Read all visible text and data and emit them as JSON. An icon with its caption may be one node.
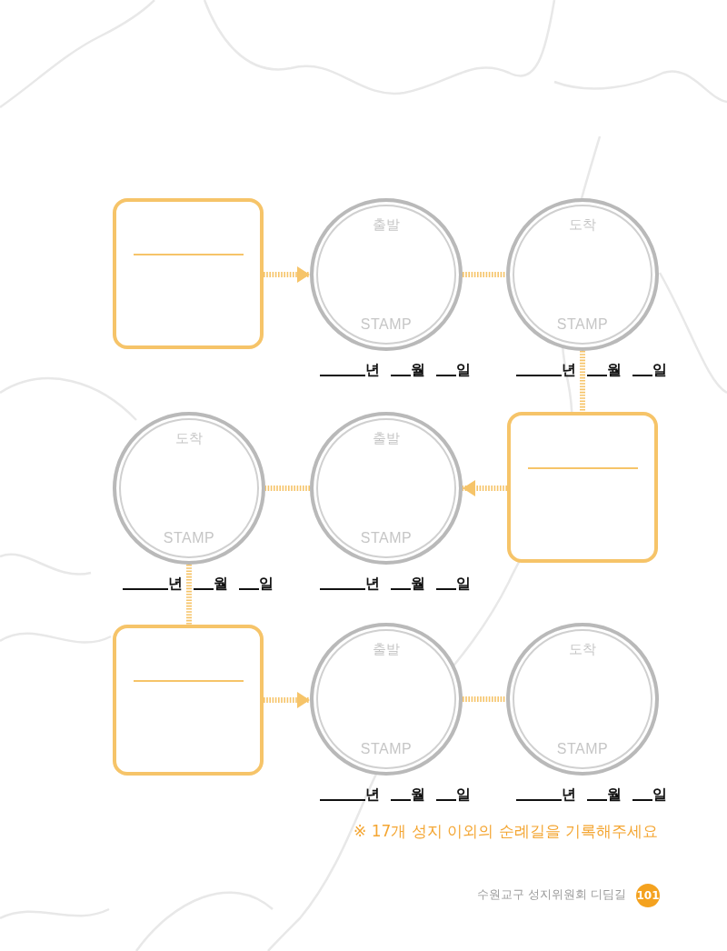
{
  "diagram": {
    "nodes": [
      {
        "text": [],
        "shape": "box"
      },
      {
        "text": [
          "출발",
          "STAMP"
        ],
        "beside": [
          "년",
          "월",
          "일"
        ]
      },
      {
        "text": [
          "도착",
          "STAMP"
        ],
        "beside": [
          "년",
          "월",
          "일"
        ]
      },
      {
        "text": [
          "도착",
          "STAMP"
        ],
        "beside": [
          "년",
          "월",
          "일"
        ]
      },
      {
        "text": [
          "출발",
          "STAMP"
        ],
        "beside": [
          "년",
          "월",
          "일"
        ]
      },
      {
        "text": [],
        "shape": "box"
      },
      {
        "text": [],
        "shape": "box"
      },
      {
        "text": [
          "출발",
          "STAMP"
        ],
        "beside": [
          "년",
          "월",
          "일"
        ]
      },
      {
        "text": [
          "도착",
          "STAMP"
        ],
        "beside": [
          "년",
          "월",
          "일"
        ]
      }
    ],
    "edges": [
      {
        "from": 0,
        "to": 1,
        "arrow": "to",
        "style": "dashed"
      },
      {
        "from": 1,
        "to": 2,
        "arrow": "none",
        "style": "dashed"
      },
      {
        "from": 2,
        "to": 5,
        "arrow": "none",
        "style": "dashed"
      },
      {
        "from": 5,
        "to": 4,
        "arrow": "to",
        "style": "dashed"
      },
      {
        "from": 4,
        "to": 3,
        "arrow": "none",
        "style": "dashed"
      },
      {
        "from": 3,
        "to": 6,
        "arrow": "none",
        "style": "dashed"
      },
      {
        "from": 6,
        "to": 7,
        "arrow": "to",
        "style": "dashed"
      },
      {
        "from": 7,
        "to": 8,
        "arrow": "none",
        "style": "dashed"
      }
    ],
    "labels": [
      "※ 17개 성지 이외의 순례길을 기록해주세요",
      "수원교구 성지위원회 디딤길",
      "101"
    ]
  }
}
